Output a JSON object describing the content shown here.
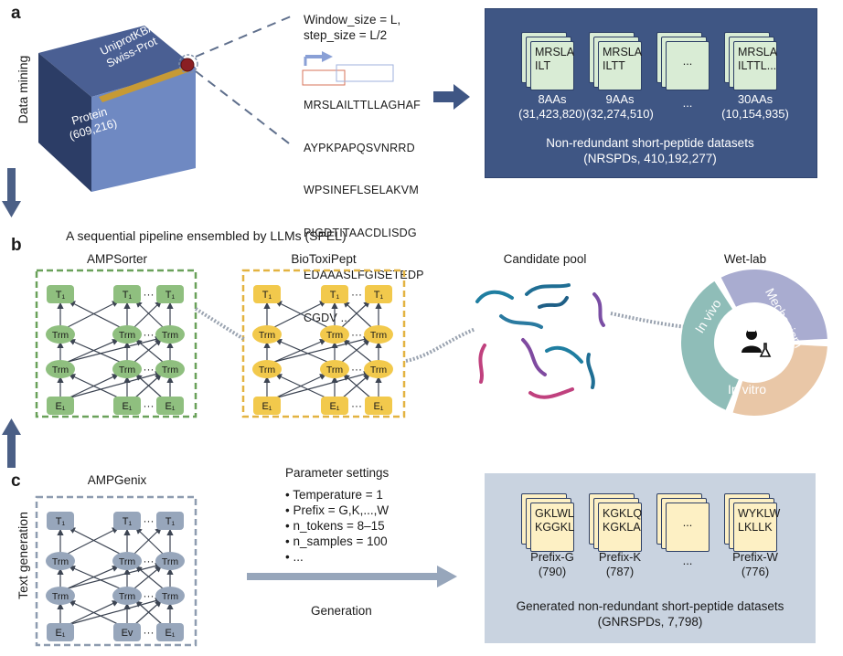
{
  "panels": {
    "a": {
      "letter": "a",
      "side_label": "Data mining"
    },
    "b": {
      "letter": "b",
      "title": "A sequential pipeline ensembled by LLMs (SPEL)"
    },
    "c": {
      "letter": "c",
      "side_label": "Text generation"
    }
  },
  "cube": {
    "db_label": "UniprotKB/\nSwiss-Prot",
    "protein_label": "Protein\n(609,216)"
  },
  "window": {
    "line1": "Window_size = L,",
    "line2": "step_size = L/2"
  },
  "sequence": {
    "part1": "MRSL",
    "part2": "AILTT",
    "part3": "LLA",
    "part4": "GHAF",
    "lines": [
      "AYPKPAPQSVNRRD",
      "WPSINEFLSELAKVM",
      "PIGDTITAACDLISDG",
      "EDAAASLFGISETEDP",
      "CGDV ..."
    ]
  },
  "nrspd": {
    "docs": [
      {
        "text": "MRSLA\nILT",
        "label": "8AAs\n(31,423,820)"
      },
      {
        "text": "MRSLA\nILTT",
        "label": "9AAs\n(32,274,510)"
      },
      {
        "text": "...",
        "label": "..."
      },
      {
        "text": "MRSLA\nILTTL...",
        "label": "30AAs\n(10,154,935)"
      }
    ],
    "caption": "Non-redundant short-peptide datasets\n(NRSPDs, 410,192,277)"
  },
  "models": {
    "ampsorter": {
      "name": "AMPSorter",
      "color": "#8fbf7f",
      "border": "#6aa15a",
      "top": "T₁",
      "mid": "Trm",
      "bottom": [
        "E₁",
        "E₁",
        "E₁"
      ],
      "dots": "···"
    },
    "biotoxipept": {
      "name": "BioToxiPept",
      "color": "#f2c94c",
      "border": "#e3b341",
      "top": "T₁",
      "mid": "Trm",
      "bottom": [
        "E₁",
        "E₁",
        "E₁"
      ],
      "dots": "···"
    },
    "ampgenix": {
      "name": "AMPGenix",
      "color": "#97a6bb",
      "border": "#8e9cb0",
      "top": "T₁",
      "mid": "Trm",
      "bottom": [
        "E₁",
        "Ev",
        "E₁"
      ],
      "dots": "···"
    }
  },
  "candidate_pool": {
    "title": "Candidate pool"
  },
  "wetlab": {
    "title": "Wet-lab",
    "segments": [
      "In vivo",
      "Mechanism",
      "In vitro"
    ],
    "colors": [
      "#8fbdb8",
      "#a9acd0",
      "#e9c7a7"
    ]
  },
  "params": {
    "title": "Parameter settings",
    "items": [
      "Temperature = 1",
      "Prefix = G,K,...,W",
      "n_tokens = 8–15",
      "n_samples = 100",
      "..."
    ],
    "arrow_label": "Generation"
  },
  "gnrspd": {
    "docs": [
      {
        "text": "GKLWL\nKGGKL",
        "label": "Prefix-G\n(790)"
      },
      {
        "text": "KGKLQ\nKGKLA",
        "label": "Prefix-K\n(787)"
      },
      {
        "text": "...",
        "label": "..."
      },
      {
        "text": "WYKLW\nLKLLK",
        "label": "Prefix-W\n(776)"
      }
    ],
    "caption": "Generated non-redundant short-peptide datasets\n(GNRSPDs, 7,798)"
  }
}
